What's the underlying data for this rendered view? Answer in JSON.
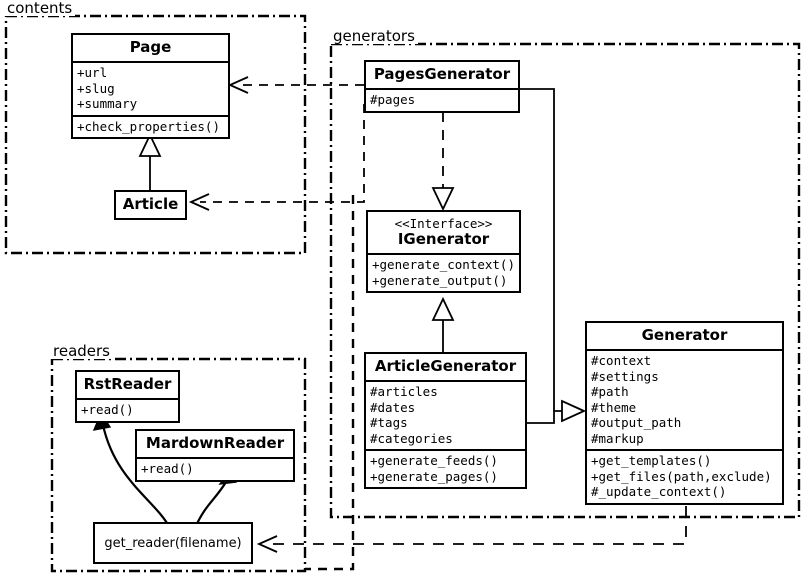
{
  "diagram": {
    "title": "UML class diagram",
    "stroke_color": "#000000",
    "background_color": "#ffffff"
  },
  "packages": [
    {
      "name": "contents",
      "label": "contents"
    },
    {
      "name": "generators",
      "label": "generators"
    },
    {
      "name": "readers",
      "label": "readers"
    }
  ],
  "classes": {
    "page": {
      "name": "Page",
      "attributes": [
        "+url",
        "+slug",
        "+summary"
      ],
      "methods": [
        "+check_properties()"
      ]
    },
    "article": {
      "name": "Article",
      "attributes": [],
      "methods": []
    },
    "pages_generator": {
      "name": "PagesGenerator",
      "attributes": [
        "#pages"
      ],
      "methods": []
    },
    "igenerator": {
      "stereotype": "<<Interface>>",
      "name": "IGenerator",
      "attributes": [],
      "methods": [
        "+generate_context()",
        "+generate_output()"
      ]
    },
    "article_generator": {
      "name": "ArticleGenerator",
      "attributes": [
        "#articles",
        "#dates",
        "#tags",
        "#categories"
      ],
      "methods": [
        "+generate_feeds()",
        "+generate_pages()"
      ]
    },
    "generator": {
      "name": "Generator",
      "attributes": [
        "#context",
        "#settings",
        "#path",
        "#theme",
        "#output_path",
        "#markup"
      ],
      "methods": [
        "+get_templates()",
        "+get_files(path,exclude)",
        "#_update_context()"
      ]
    },
    "rst_reader": {
      "name": "RstReader",
      "attributes": [],
      "methods": [
        "+read()"
      ]
    },
    "mardown_reader": {
      "name": "MardownReader",
      "attributes": [],
      "methods": [
        "+read()"
      ]
    },
    "get_reader": {
      "name": "get_reader(filename)"
    }
  },
  "relations": [
    {
      "name": "article-inherits-page",
      "type": "generalization",
      "from": "Article",
      "to": "Page"
    },
    {
      "name": "pagesgenerator-depends-page",
      "type": "dependency",
      "from": "PagesGenerator",
      "to": "Page"
    },
    {
      "name": "pagesgenerator-depends-article",
      "type": "dependency",
      "from": "PagesGenerator",
      "to": "Article"
    },
    {
      "name": "pagesgenerator-realizes-igenerator",
      "type": "realization",
      "from": "PagesGenerator",
      "to": "IGenerator"
    },
    {
      "name": "articlegenerator-realizes-igenerator",
      "type": "generalization",
      "from": "ArticleGenerator",
      "to": "IGenerator"
    },
    {
      "name": "pagesgenerator-inherits-generator",
      "type": "generalization",
      "from": "PagesGenerator",
      "to": "Generator"
    },
    {
      "name": "articlegenerator-inherits-generator",
      "type": "generalization",
      "from": "ArticleGenerator",
      "to": "Generator"
    },
    {
      "name": "generator-depends-get-reader",
      "type": "dependency",
      "from": "Generator",
      "to": "get_reader(filename)"
    },
    {
      "name": "get-reader-creates-rstreader",
      "type": "association",
      "from": "get_reader(filename)",
      "to": "RstReader"
    },
    {
      "name": "get-reader-creates-mardownreader",
      "type": "association",
      "from": "get_reader(filename)",
      "to": "MardownReader"
    }
  ]
}
